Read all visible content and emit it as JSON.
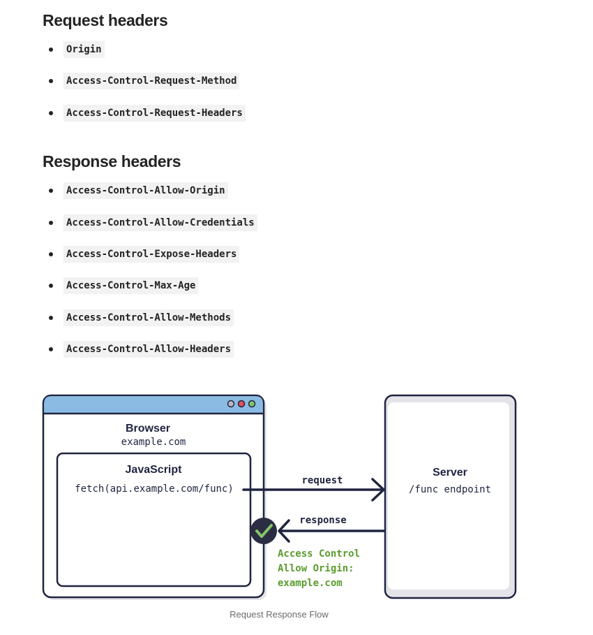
{
  "request_section": {
    "title": "Request headers",
    "items": [
      "Origin",
      "Access-Control-Request-Method",
      "Access-Control-Request-Headers"
    ]
  },
  "response_section": {
    "title": "Response headers",
    "items": [
      "Access-Control-Allow-Origin",
      "Access-Control-Allow-Credentials",
      "Access-Control-Expose-Headers",
      "Access-Control-Max-Age",
      "Access-Control-Allow-Methods",
      "Access-Control-Allow-Headers"
    ]
  },
  "figure": {
    "browser_title": "Browser",
    "browser_origin": "example.com",
    "js_title": "JavaScript",
    "js_code": "fetch(api.example.com/func)",
    "request_label": "request",
    "response_label": "response",
    "acao_lines": [
      "Access Control",
      "Allow Origin:",
      "example.com"
    ],
    "server_title": "Server",
    "server_endpoint": "/func endpoint",
    "caption": "Request Response Flow",
    "colors": {
      "titlebar": "#8bbbe3",
      "outline": "#1f2440",
      "green": "#5a9c2d",
      "check_bg": "#2b2d42",
      "dot_red": "#e2515a",
      "dot_green": "#84c468",
      "dot_gray": "#b8b8c8"
    }
  }
}
